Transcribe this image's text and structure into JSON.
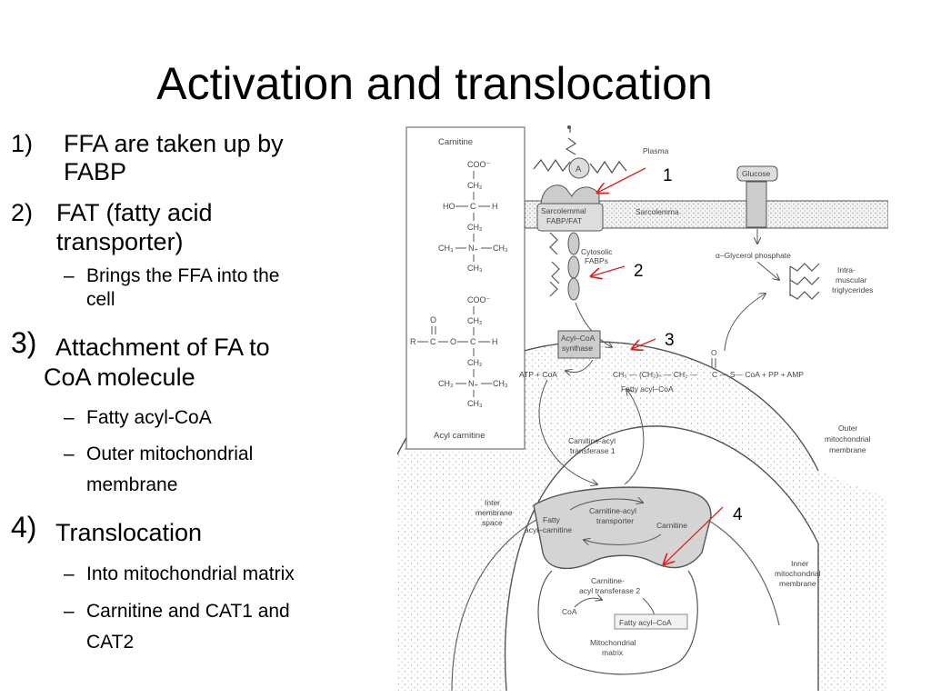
{
  "slide": {
    "title": "Activation and translocation"
  },
  "bullets": {
    "b1": {
      "marker": "1)",
      "line1": "FFA are taken up by",
      "line2": "FABP"
    },
    "b2": {
      "marker": "2)",
      "line1": "FAT (fatty acid",
      "line2": "transporter)",
      "sub": {
        "dash": "–",
        "line1": "Brings the FFA into the",
        "line2": "cell"
      }
    },
    "b3": {
      "marker": "3)",
      "line1": "Attachment of FA to",
      "line2": "CoA molecule",
      "subs": [
        {
          "dash": "–",
          "line1": "Fatty acyl-CoA"
        },
        {
          "dash": "–",
          "line1": "Outer mitochondrial",
          "line2": "membrane"
        }
      ]
    },
    "b4": {
      "marker": "4)",
      "line1": "Translocation",
      "subs": [
        {
          "dash": "–",
          "line1": "Into mitochondrial matrix"
        },
        {
          "dash": "–",
          "line1": "Carnitine and CAT1 and",
          "line2": "CAT2"
        }
      ]
    }
  },
  "diagram": {
    "labels": {
      "carnitine": "Carnitine",
      "coo": "COO⁻",
      "ch2": "CH₂",
      "ho": "HO",
      "c": "C",
      "h": "H",
      "o": "O",
      "r": "R",
      "ch3": "CH₃",
      "n": "N₊",
      "acyl_carnitine": "Acyl carnitine",
      "plasma": "Plasma",
      "a": "A",
      "glucose": "Glucose",
      "sarcolemmal": "Sarcolemmal",
      "fabp_fat": "FABP/FAT",
      "sarcolemma": "Sarcolemma",
      "cytosolic": "Cytosolic",
      "fabps": "FABPs",
      "glycerol_phosphate": "α–Glycerol phosphate",
      "intra": "Intra-",
      "muscular": "muscular",
      "triglycerides": "triglycerides",
      "acyl_coa": "Acyl–CoA",
      "synthase": "synthase",
      "atp_coa": "ATP + CoA",
      "acyl_chain": "CH₃ — (CH₂)ₙ — CH₂ —",
      "s_coa": "— S— CoA + PP + AMP",
      "fatty_acyl_coa": "Fatty acyl–CoA",
      "outer": "Outer",
      "mitochondrial": "mitochondrial",
      "membrane": "membrane",
      "cat1_a": "Carnitine-acyl",
      "cat1_b": "transferase 1",
      "inter": "Inter",
      "membrane_w": "membrane",
      "space": "space",
      "transporter_a": "Carnitine-acyl",
      "transporter_b": "transporter",
      "fatty": "Fatty",
      "acyl_carnitine2": "acyl–carnitine",
      "carnitine2": "Carnitine",
      "inner": "Inner",
      "mitochondrial2": "mitochondrial",
      "membrane2": "membrane",
      "cat2_a": "Carnitine-",
      "cat2_b": "acyl transferase 2",
      "coa": "CoA",
      "fatty_acyl_coa2": "Fatty acyl–CoA",
      "matrix_a": "Mitochondrial",
      "matrix_b": "matrix"
    },
    "markers": {
      "m1": "1",
      "m2": "2",
      "m3": "3",
      "m4": "4"
    },
    "arrow_color": "#e02020"
  }
}
